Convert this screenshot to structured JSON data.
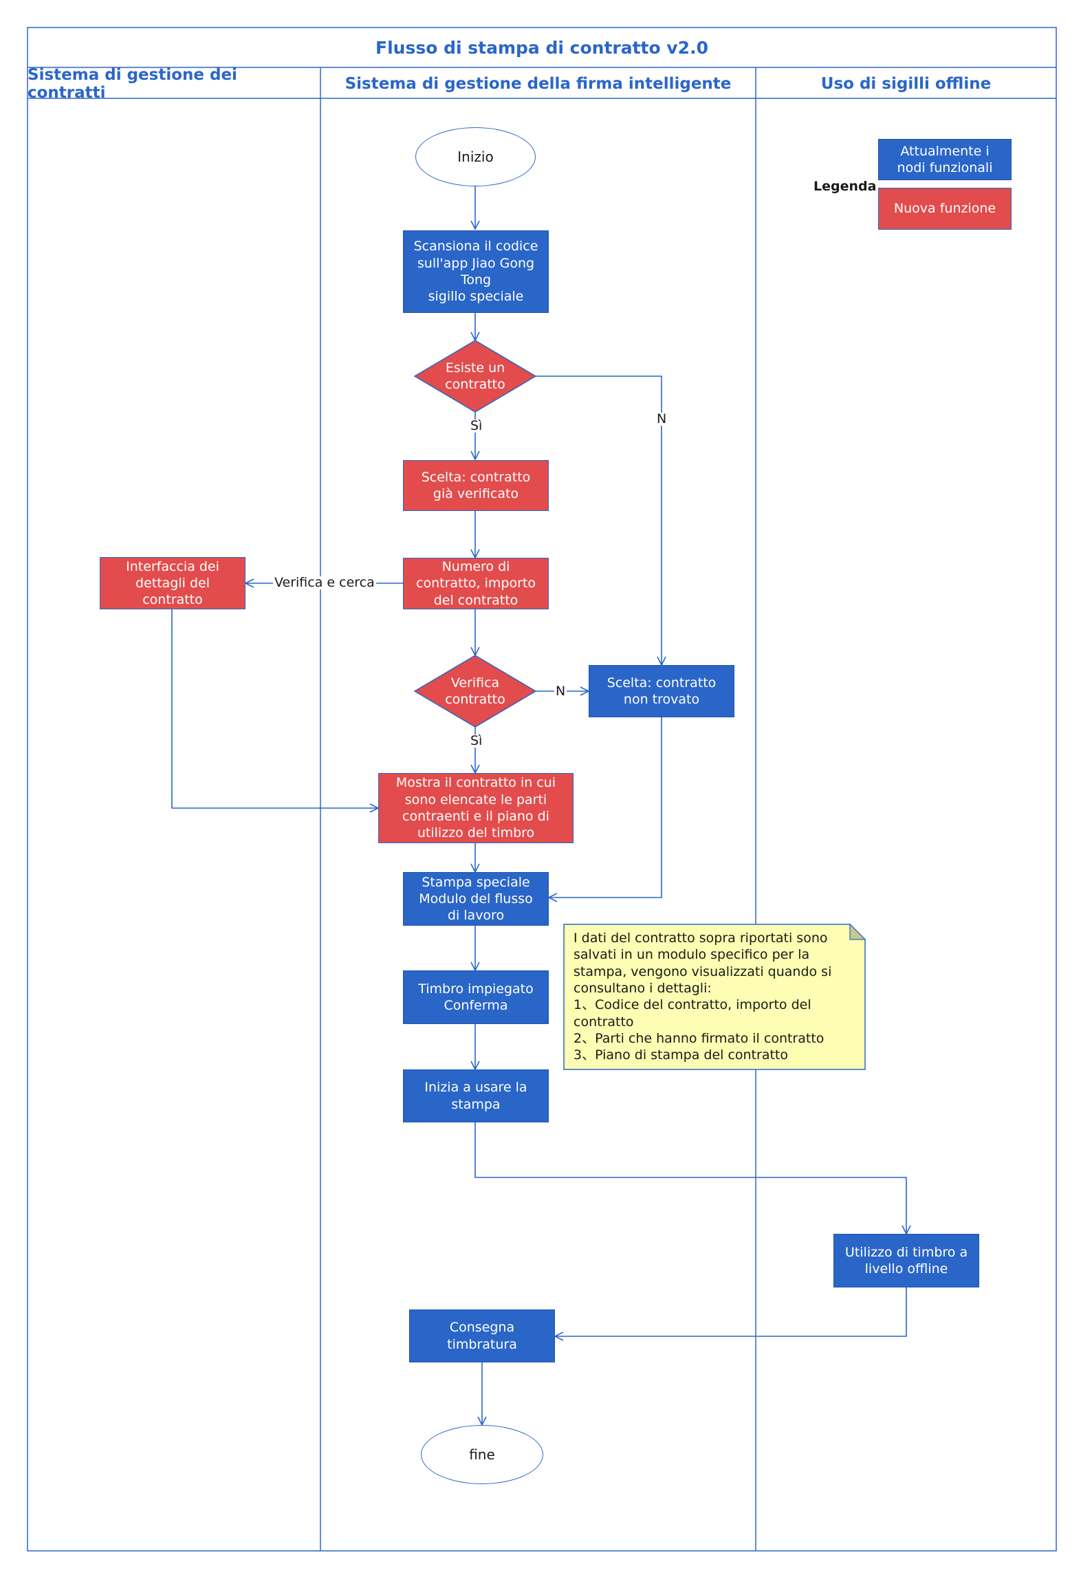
{
  "title": "Flusso di stampa di contratto v2.0",
  "lanes": [
    "Sistema di gestione dei contratti",
    "Sistema di gestione della firma intelligente",
    "Uso di sigilli offline"
  ],
  "colors": {
    "existing": "#2a66c8",
    "new": "#e24c4c",
    "note": "#fdfdb3",
    "line": "#2a66c8"
  },
  "legend": {
    "label": "Legenda",
    "existing": "Attualmente i\nnodi funzionali",
    "new": "Nuova funzione"
  },
  "nodes": {
    "start": "Inizio",
    "scan": "Scansiona il codice\nsull'app Jiao Gong\nTong\nsigillo speciale",
    "exists": "Esiste un\ncontratto",
    "choice_verified": "Scelta: contratto\ngià verificato",
    "number": "Numero di\ncontratto, importo\ndel contratto",
    "details": "Interfaccia dei\ndettagli del\ncontratto",
    "verify": "Verifica\ncontratto",
    "not_found": "Scelta: contratto\nnon trovato",
    "show": "Mostra il contratto in cui\nsono elencate le parti\ncontraenti e il piano di\nutilizzo del timbro",
    "module": "Stampa speciale\nModulo del flusso\ndi lavoro",
    "confirm": "Timbro impiegato\nConferma",
    "begin_use": "Inizia a usare la\nstampa",
    "offline": "Utilizzo di timbro a\nlivello offline",
    "deliver": "Consegna\ntimbratura",
    "end": "fine"
  },
  "edge_labels": {
    "exists_yes": "Sì",
    "exists_no": "N",
    "verify_search": "Verifica e cerca",
    "verify_no": "N",
    "verify_yes": "Sì"
  },
  "note": "I dati del contratto sopra riportati sono\nsalvati in un modulo specifico per la\nstampa, vengono visualizzati quando si\nconsultano i dettagli:\n1、Codice del contratto, importo del\ncontratto\n2、Parti che hanno firmato il contratto\n3、Piano di stampa del contratto"
}
